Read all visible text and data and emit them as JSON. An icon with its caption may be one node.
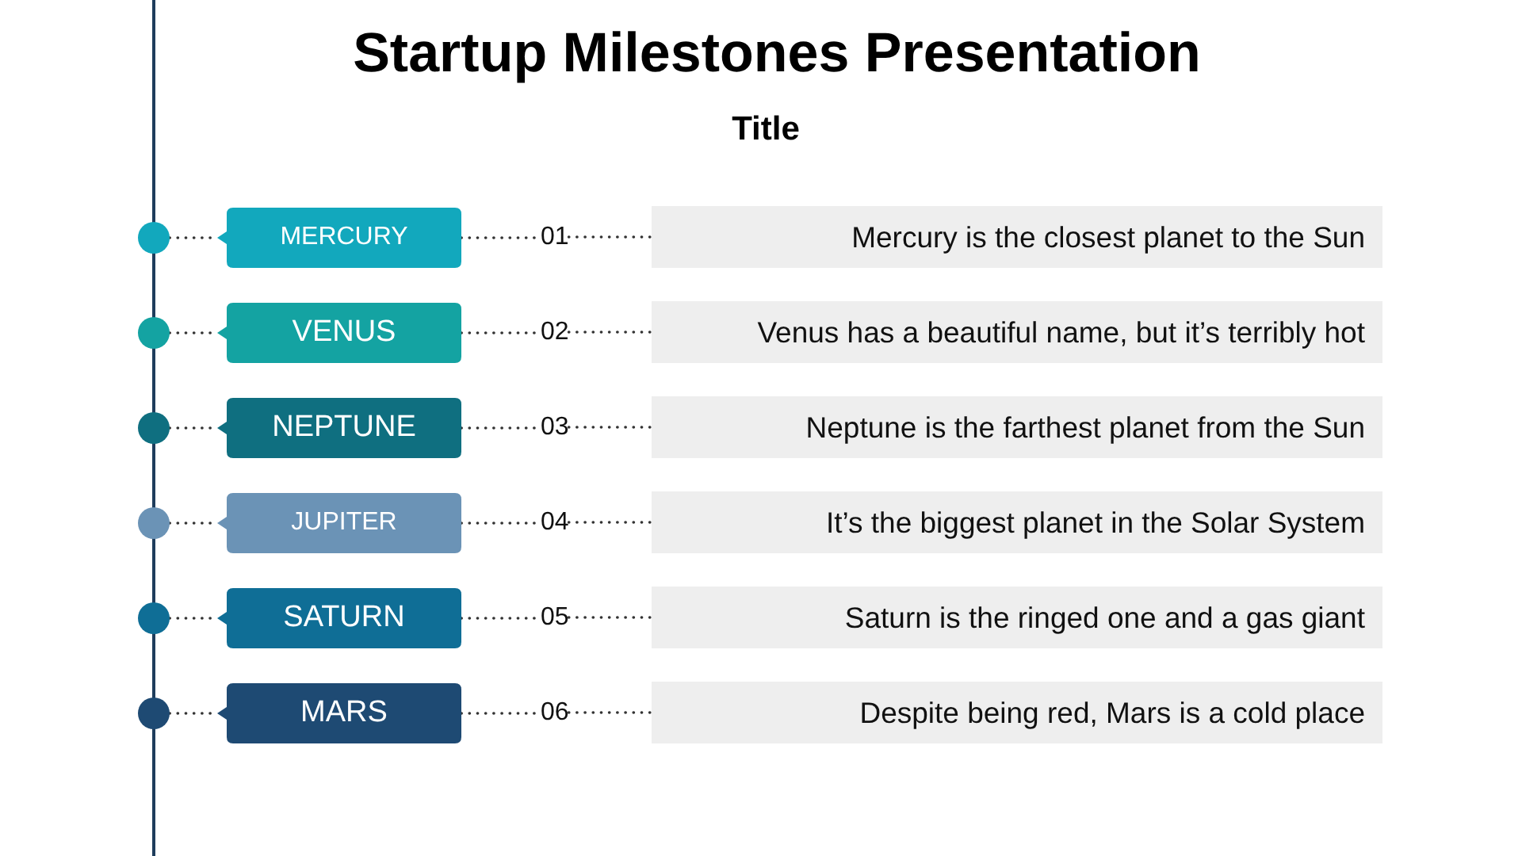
{
  "diagram": {
    "title": "Startup Milestones Presentation",
    "nodes": [
      {
        "text": [],
        "shape": "circle"
      },
      {
        "text": [
          "MERCURY"
        ]
      },
      {
        "text": [
          "01"
        ]
      },
      {
        "text": [
          "Mercury is the closest planet to the Sun"
        ]
      },
      {
        "text": [],
        "shape": "circle"
      },
      {
        "text": [
          "VENUS"
        ]
      },
      {
        "text": [
          "02"
        ]
      },
      {
        "text": [
          "Venus has a beautiful name, but it’s terribly hot"
        ]
      },
      {
        "text": [],
        "shape": "circle"
      },
      {
        "text": [
          "NEPTUNE"
        ]
      },
      {
        "text": [
          "03"
        ]
      },
      {
        "text": [
          "Neptune is the farthest planet from the Sun"
        ]
      },
      {
        "text": [],
        "shape": "circle"
      },
      {
        "text": [
          "JUPITER"
        ]
      },
      {
        "text": [
          "04"
        ]
      },
      {
        "text": [
          "It’s the biggest planet in the Solar System"
        ]
      },
      {
        "text": [],
        "shape": "circle"
      },
      {
        "text": [
          "SATURN"
        ]
      },
      {
        "text": [
          "05"
        ]
      },
      {
        "text": [
          "Saturn is the ringed one and a gas giant"
        ]
      },
      {
        "text": [],
        "shape": "circle"
      },
      {
        "text": [
          "MARS"
        ]
      },
      {
        "text": [
          "06"
        ]
      },
      {
        "text": [
          "Despite being red, Mars is a cold place"
        ]
      }
    ],
    "edges": [
      {
        "from": 0,
        "to": 1,
        "arrow": "none",
        "style": "dashed"
      },
      {
        "from": 1,
        "to": 2,
        "arrow": "none",
        "style": "dashed"
      },
      {
        "from": 2,
        "to": 3,
        "arrow": "none",
        "style": "dashed"
      },
      {
        "from": 4,
        "to": 5,
        "arrow": "none",
        "style": "dashed"
      },
      {
        "from": 5,
        "to": 6,
        "arrow": "none",
        "style": "dashed"
      },
      {
        "from": 6,
        "to": 7,
        "arrow": "none",
        "style": "dashed"
      },
      {
        "from": 8,
        "to": 9,
        "arrow": "none",
        "style": "dashed"
      },
      {
        "from": 9,
        "to": 10,
        "arrow": "none",
        "style": "dashed"
      },
      {
        "from": 10,
        "to": 11,
        "arrow": "none",
        "style": "dashed"
      },
      {
        "from": 12,
        "to": 13,
        "arrow": "none",
        "style": "dashed"
      },
      {
        "from": 13,
        "to": 14,
        "arrow": "none",
        "style": "dashed"
      },
      {
        "from": 14,
        "to": 15,
        "arrow": "none",
        "style": "dashed"
      },
      {
        "from": 16,
        "to": 17,
        "arrow": "none",
        "style": "dashed"
      },
      {
        "from": 17,
        "to": 18,
        "arrow": "none",
        "style": "dashed"
      },
      {
        "from": 18,
        "to": 19,
        "arrow": "none",
        "style": "dashed"
      },
      {
        "from": 20,
        "to": 21,
        "arrow": "none",
        "style": "dashed"
      },
      {
        "from": 21,
        "to": 22,
        "arrow": "none",
        "style": "dashed"
      },
      {
        "from": 22,
        "to": 23,
        "arrow": "none",
        "style": "dashed"
      }
    ],
    "labels": [
      "Title"
    ]
  }
}
